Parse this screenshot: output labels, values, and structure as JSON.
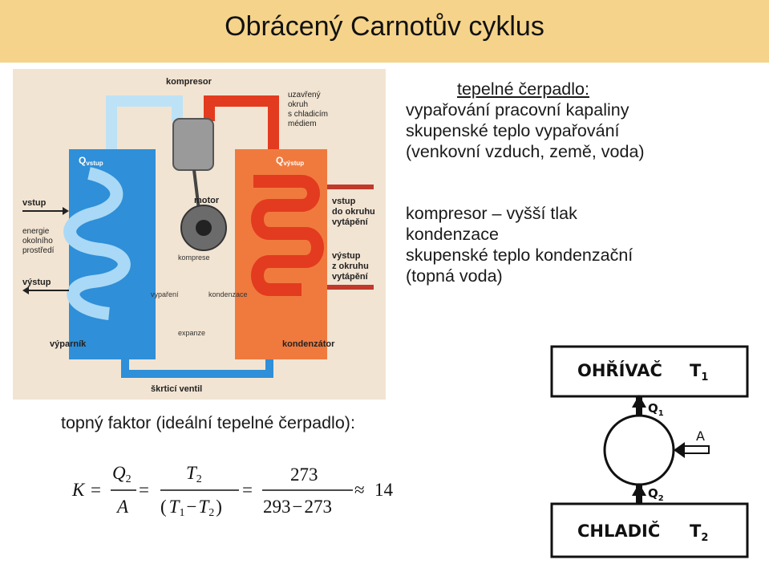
{
  "slide": {
    "title": "Obrácený Carnotův cyklus"
  },
  "diagram": {
    "labels": {
      "kompresor": "kompresor",
      "uzavreny": [
        "uzavřený",
        "okruh",
        "s chladicím",
        "médiem"
      ],
      "q_vstup": "Q",
      "q_vstup_sub": "vstup",
      "q_vystup": "Q",
      "q_vystup_sub": "výstup",
      "vstup_left": "vstup",
      "energie": [
        "energie",
        "okolního",
        "prostředí"
      ],
      "vystup_left": "výstup",
      "motor": "motor",
      "vstup_right": [
        "vstup",
        "do okruhu",
        "vytápění"
      ],
      "vystup_right": [
        "výstup",
        "z okruhu",
        "vytápění"
      ],
      "komprese": "komprese",
      "vyparovani": "vypaření",
      "kondenzace": "kondenzace",
      "expanze": "expanze",
      "vyparnik": "výparník",
      "kondenzator": "kondenzátor",
      "skrtici_ventil": "škrticí ventil"
    }
  },
  "text": {
    "heading": "tepelné čerpadlo:",
    "group1": [
      "vypařování pracovní kapaliny",
      "skupenské teplo vypařování",
      "(venkovní vzduch, země, voda)"
    ],
    "group2": [
      "kompresor – vyšší tlak",
      "kondenzace",
      "skupenské teplo kondenzační",
      "(topná voda)"
    ]
  },
  "cop": {
    "label": "topný faktor (ideální tepelné čerpadlo):",
    "K": "K",
    "eq": "=",
    "Q": "Q",
    "two": "2",
    "A": "A",
    "T": "T",
    "one": "1",
    "minus": "−",
    "lparen": "(",
    "rparen": ")",
    "num": "273",
    "den_a": "293",
    "den_b": "273",
    "approx": "≈",
    "result": "14"
  },
  "schema": {
    "top_box": "OHŘÍVAČ",
    "top_T": "T",
    "top_T_sub": "1",
    "bottom_box": "CHLADIČ",
    "bottom_T": "T",
    "bottom_T_sub": "2",
    "Q1": "Q",
    "Q1_sub": "1",
    "Q2": "Q",
    "Q2_sub": "2",
    "A": "A"
  },
  "colors": {
    "title_bar": "#f5d38a",
    "diagram_bg": "#f2e4d2",
    "cold": "#2f8fd8",
    "hot": "#e33b1f"
  }
}
